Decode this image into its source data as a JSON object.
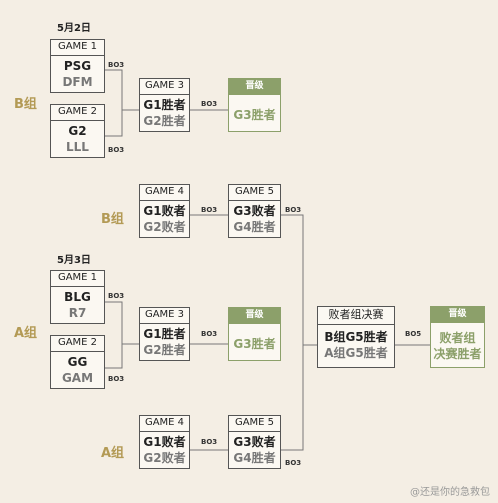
{
  "dates": {
    "day1": "5月2日",
    "day2": "5月3日"
  },
  "groups": {
    "b_left": "B组",
    "b_mid": "B组",
    "a_left": "A组",
    "a_mid": "A组"
  },
  "bo": {
    "bo3": "BO3",
    "bo5": "BO5"
  },
  "day1": {
    "game1": {
      "label": "GAME 1",
      "team1": "PSG",
      "team2": "DFM"
    },
    "game2": {
      "label": "GAME 2",
      "team1": "G2",
      "team2": "LLL"
    },
    "game3": {
      "label": "GAME 3",
      "line1": "G1胜者",
      "line2": "G2胜者"
    },
    "advance": {
      "label": "晋级",
      "text": "G3胜者"
    },
    "game4": {
      "label": "GAME 4",
      "line1": "G1败者",
      "line2": "G2败者"
    },
    "game5": {
      "label": "GAME 5",
      "line1": "G3败者",
      "line2": "G4胜者"
    }
  },
  "day2": {
    "game1": {
      "label": "GAME 1",
      "team1": "BLG",
      "team2": "R7"
    },
    "game2": {
      "label": "GAME 2",
      "team1": "GG",
      "team2": "GAM"
    },
    "game3": {
      "label": "GAME 3",
      "line1": "G1胜者",
      "line2": "G2胜者"
    },
    "advance": {
      "label": "晋级",
      "text": "G3胜者"
    },
    "game4": {
      "label": "GAME 4",
      "line1": "G1败者",
      "line2": "G2败者"
    },
    "game5": {
      "label": "GAME 5",
      "line1": "G3败者",
      "line2": "G4胜者"
    }
  },
  "losers_final": {
    "label": "败者组决赛",
    "line1": "B组G5胜者",
    "line2": "A组G5胜者"
  },
  "final_advance": {
    "label": "晋级",
    "line1": "败者组",
    "line2": "决赛胜者"
  },
  "watermark": "@还是你的急救包",
  "colors": {
    "accent_green": "#8ca06a",
    "group_gold": "#b39a55",
    "background": "#f4eee4"
  }
}
